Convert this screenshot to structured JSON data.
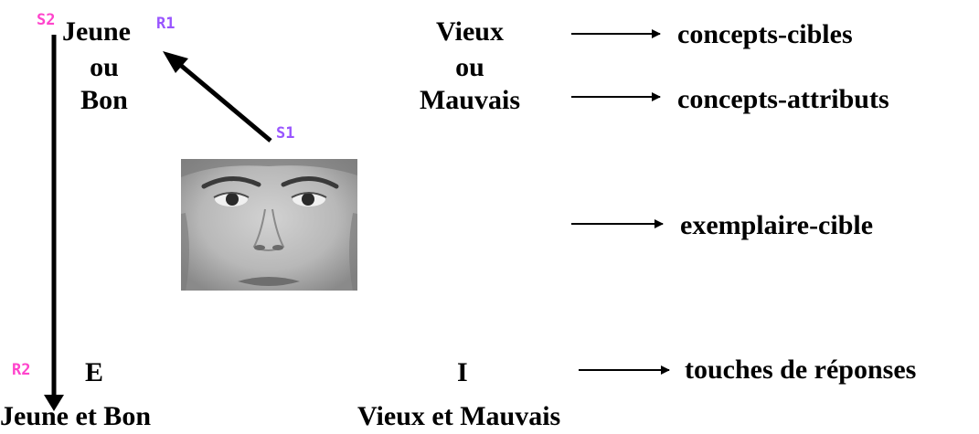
{
  "colors": {
    "s2": "#ff44cc",
    "r1": "#9955ff",
    "s1": "#9955ff",
    "r2": "#ff44cc",
    "text": "#000000"
  },
  "left_category": {
    "tag_s2": "S2",
    "line1": "Jeune",
    "tag_r1": "R1",
    "line2": "ou",
    "line3": "Bon"
  },
  "right_category": {
    "line1": "Vieux",
    "line2": "ou",
    "line3": "Mauvais"
  },
  "stimulus_tag": "S1",
  "stimulus_image": "face-photo",
  "annotations": {
    "target_concepts": "concepts-cibles",
    "attribute_concepts": "concepts-attributs",
    "target_exemplar": "exemplaire-cible",
    "response_keys": "touches de réponses"
  },
  "response_keys": {
    "tag_r2": "R2",
    "left_key": "E",
    "right_key": "I",
    "left_label": "Jeune et Bon",
    "right_label": "Vieux et Mauvais"
  }
}
